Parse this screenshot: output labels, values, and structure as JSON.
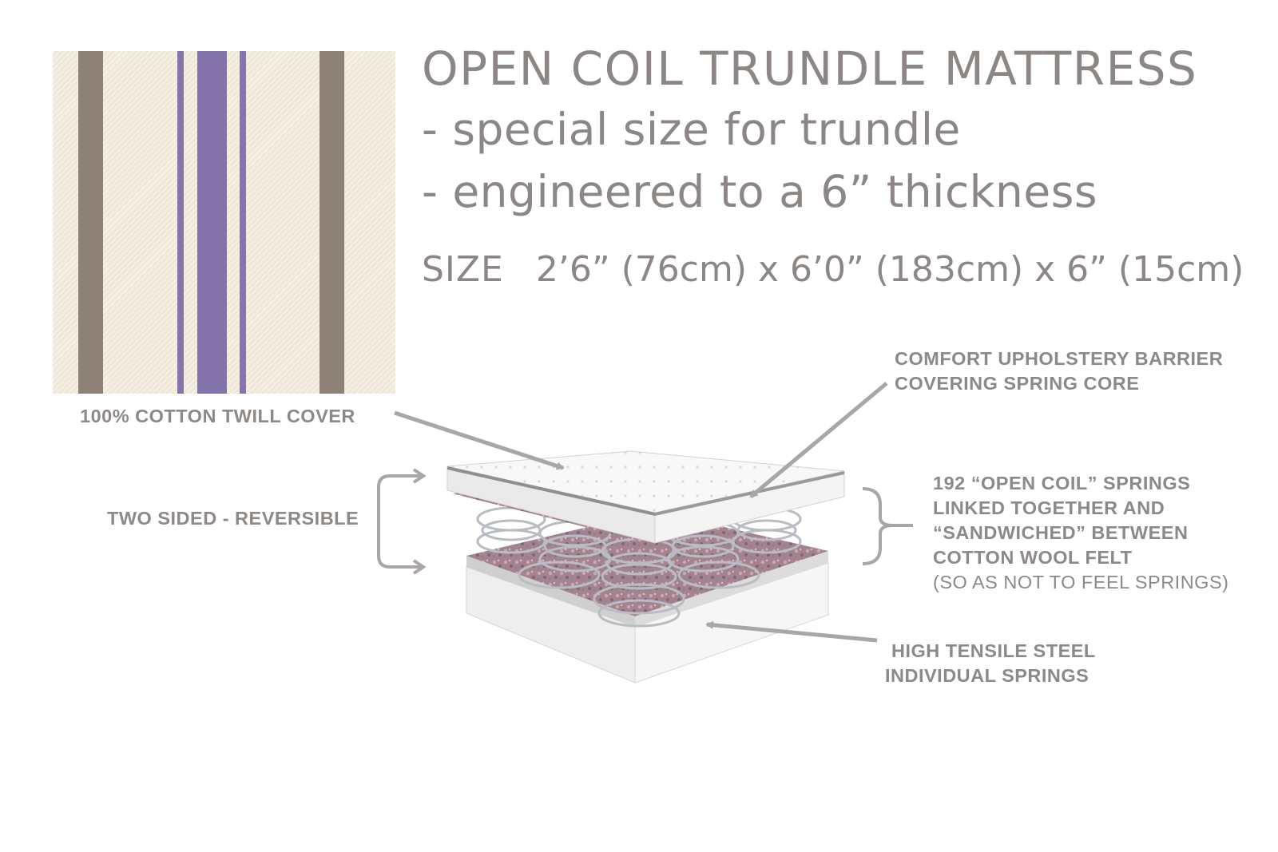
{
  "heading": {
    "title": "OPEN COIL TRUNDLE MATTRESS",
    "bullets": [
      "- special size for trundle",
      "- engineered to a 6” thickness"
    ],
    "size_label": "SIZE",
    "size_value": "2’6” (76cm) x 6’0” (183cm) x 6” (15cm)"
  },
  "callouts": {
    "cover": "100% COTTON TWILL COVER",
    "reversible": "TWO SIDED - REVERSIBLE",
    "barrier": [
      "COMFORT UPHOLSTERY BARRIER",
      "COVERING SPRING CORE"
    ],
    "springs": [
      "192 “OPEN COIL” SPRINGS",
      "LINKED TOGETHER AND",
      "“SANDWICHED” BETWEEN",
      "COTTON WOOL FELT",
      "(SO AS NOT TO FEEL SPRINGS)"
    ],
    "steel": [
      "HIGH TENSILE STEEL",
      "INDIVIDUAL SPRINGS"
    ]
  },
  "colors": {
    "text": "#8a8582",
    "stripe_taupe": "#8e8175",
    "stripe_purple": "#8675ad",
    "fabric": "#f5efe3",
    "felt": "#a4828e"
  }
}
